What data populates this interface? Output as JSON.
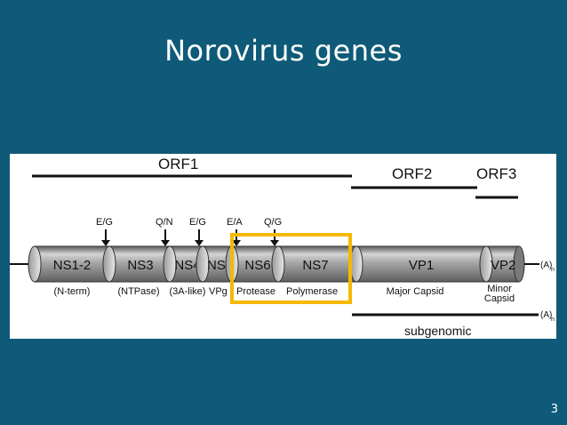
{
  "slide": {
    "title": "Norovirus genes",
    "page_number": "3"
  },
  "figure": {
    "orf_labels": {
      "orf1": "ORF1",
      "orf2": "ORF2",
      "orf3": "ORF3"
    },
    "cleavage_sites": [
      "E/G",
      "Q/N",
      "E/G",
      "E/A",
      "Q/G"
    ],
    "segments": [
      {
        "name": "NS1-2",
        "function": "(N-term)"
      },
      {
        "name": "NS3",
        "function": "(NTPase)"
      },
      {
        "name": "NS4",
        "function": "(3A-like)"
      },
      {
        "name": "NS5",
        "function": "VPg"
      },
      {
        "name": "NS6",
        "function": "Protease"
      },
      {
        "name": "NS7",
        "function": "Polymerase"
      },
      {
        "name": "VP1",
        "function": "Major Capsid"
      },
      {
        "name": "VP2",
        "function_line1": "Minor",
        "function_line2": "Capsid"
      }
    ],
    "poly_a_label": "(A)",
    "poly_a_subscript": "n",
    "subgenomic_label": "subgenomic",
    "colors": {
      "slide_background": "#0e5a78",
      "highlight_box": "#f5b800",
      "segment_fill": "#8c8c8c"
    }
  }
}
